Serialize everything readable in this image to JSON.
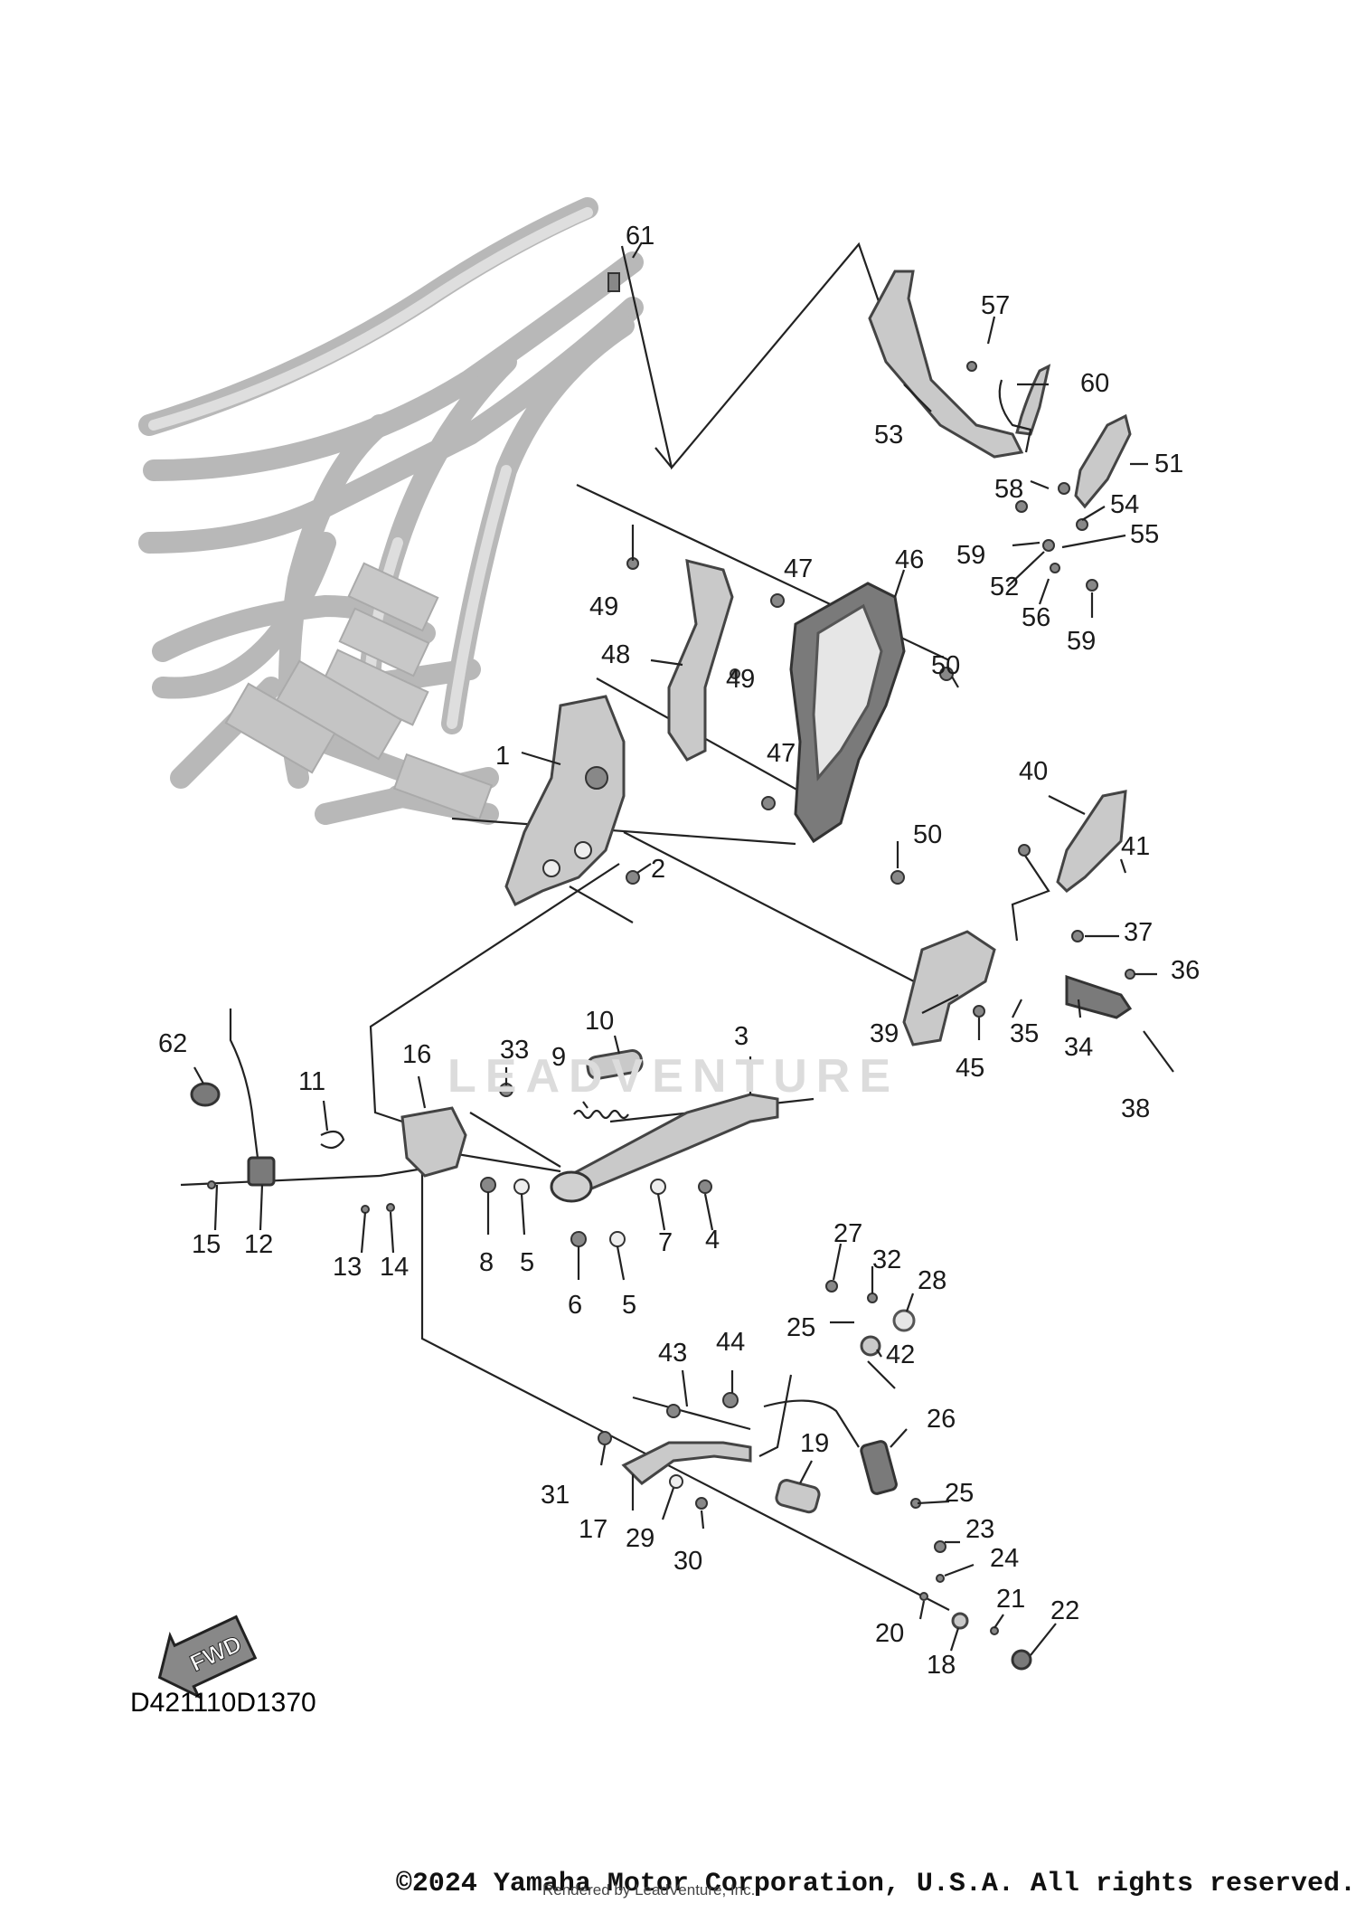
{
  "diagram": {
    "code": "D421110D1370",
    "fwd_label": "FWD",
    "watermark": "LEADVENTURE",
    "copyright": "©2024 Yamaha Motor Corporation, U.S.A. All rights reserved.",
    "rendered_by": "Rendered by LeadVenture, Inc."
  },
  "callouts": [
    "1",
    "2",
    "3",
    "4",
    "5",
    "5",
    "6",
    "7",
    "8",
    "9",
    "10",
    "11",
    "12",
    "13",
    "14",
    "15",
    "16",
    "17",
    "18",
    "19",
    "20",
    "21",
    "22",
    "23",
    "24",
    "25",
    "25",
    "26",
    "27",
    "28",
    "29",
    "30",
    "31",
    "32",
    "33",
    "34",
    "35",
    "36",
    "37",
    "38",
    "39",
    "40",
    "41",
    "42",
    "43",
    "44",
    "45",
    "46",
    "47",
    "47",
    "48",
    "49",
    "49",
    "50",
    "50",
    "51",
    "52",
    "53",
    "54",
    "55",
    "56",
    "57",
    "58",
    "59",
    "59",
    "60",
    "61",
    "62"
  ]
}
